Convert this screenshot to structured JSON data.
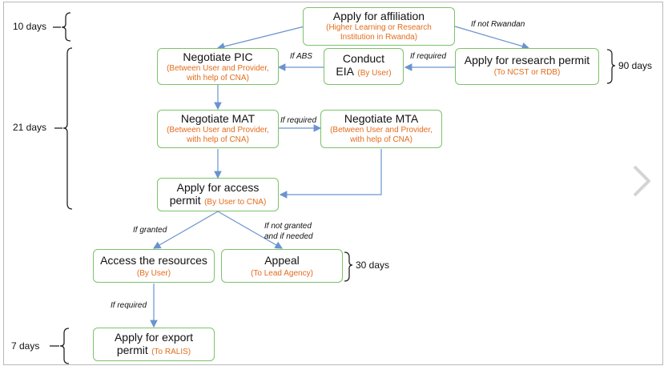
{
  "boxes": {
    "affiliation": {
      "title": "Apply for affiliation",
      "sub": "(Higher Learning or Research Institution  in Rwanda)"
    },
    "pic": {
      "title": "Negotiate PIC",
      "sub": "(Between User and Provider, with help of CNA)"
    },
    "eia": {
      "title1": "Conduct",
      "title2": "EIA",
      "sub": "(By User)"
    },
    "research": {
      "title": "Apply for research permit",
      "sub": "(To NCST or RDB)"
    },
    "mat": {
      "title": "Negotiate MAT",
      "sub": "(Between User and Provider, with help of CNA)"
    },
    "mta": {
      "title": "Negotiate MTA",
      "sub": "(Between User and Provider, with help of CNA)"
    },
    "access": {
      "title1": "Apply for access",
      "title2": "permit",
      "sub": "(By User to CNA)"
    },
    "resources": {
      "title": "Access the resources",
      "sub": "(By User)"
    },
    "appeal": {
      "title": "Appeal",
      "sub": "(To Lead Agency)"
    },
    "export": {
      "title1": "Apply for export",
      "title2": "permit",
      "sub": "(To RALIS)"
    }
  },
  "edge_labels": {
    "not_rwandan": "If not Rwandan",
    "abs": "If ABS",
    "required_eia": "If required",
    "required_mta": "If required",
    "granted": "If granted",
    "not_granted_1": "If not granted",
    "not_granted_2": "and if needed",
    "required_export": "If required"
  },
  "durations": {
    "d10": "10 days",
    "d21": "21 days",
    "d90": "90 days",
    "d30": "30 days",
    "d7": "7 days"
  },
  "colors": {
    "box_border": "#7cc26a",
    "sub_text": "#e36c1c",
    "arrow": "#6a93cf"
  },
  "icons": {
    "next": "chevron-right"
  }
}
